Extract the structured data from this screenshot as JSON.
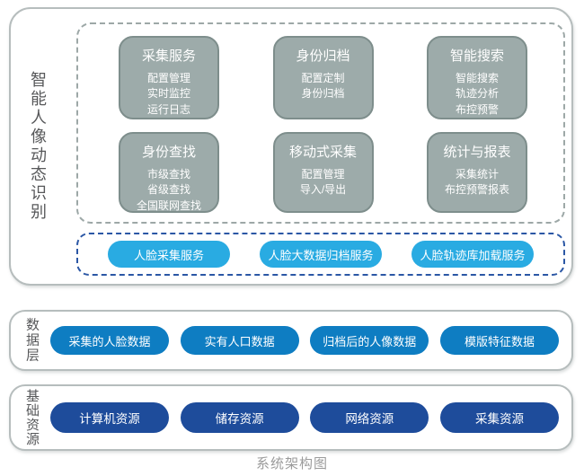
{
  "caption": "系统架构图",
  "palette": {
    "panel_border": "#b6bdbd",
    "module_gray_fill": "#9dabaa",
    "module_gray_border": "#7e8e8c",
    "gray_dashed_border": "#9da8a7",
    "blue_dashed_border": "#2b57a5",
    "service_pill_blue": "#29abe2",
    "data_pill_blue": "#0e7dc2",
    "infra_pill_blue": "#1e4c9b",
    "label_text": "#57585a",
    "caption_text": "#9b9b9b"
  },
  "top_section": {
    "label": "智能人像动态识别",
    "modules": [
      {
        "title": "采集服务",
        "items": [
          "配置管理",
          "实时监控",
          "运行日志"
        ]
      },
      {
        "title": "身份归档",
        "items": [
          "配置定制",
          "身份归档"
        ]
      },
      {
        "title": "智能搜索",
        "items": [
          "智能搜索",
          "轨迹分析",
          "布控预警"
        ]
      },
      {
        "title": "身份查找",
        "items": [
          "市级查找",
          "省级查找",
          "全国联网查找"
        ]
      },
      {
        "title": "移动式采集",
        "items": [
          "配置管理",
          "导入/导出"
        ]
      },
      {
        "title": "统计与报表",
        "items": [
          "采集统计",
          "布控预警报表"
        ]
      }
    ],
    "services": [
      "人脸采集服务",
      "人脸大数据归档服务",
      "人脸轨迹库加载服务"
    ]
  },
  "data_section": {
    "label": "数据层",
    "items": [
      "采集的人脸数据",
      "实有人口数据",
      "归档后的人像数据",
      "模版特征数据"
    ]
  },
  "infra_section": {
    "label": "基础资源",
    "items": [
      "计算机资源",
      "储存资源",
      "网络资源",
      "采集资源"
    ]
  }
}
